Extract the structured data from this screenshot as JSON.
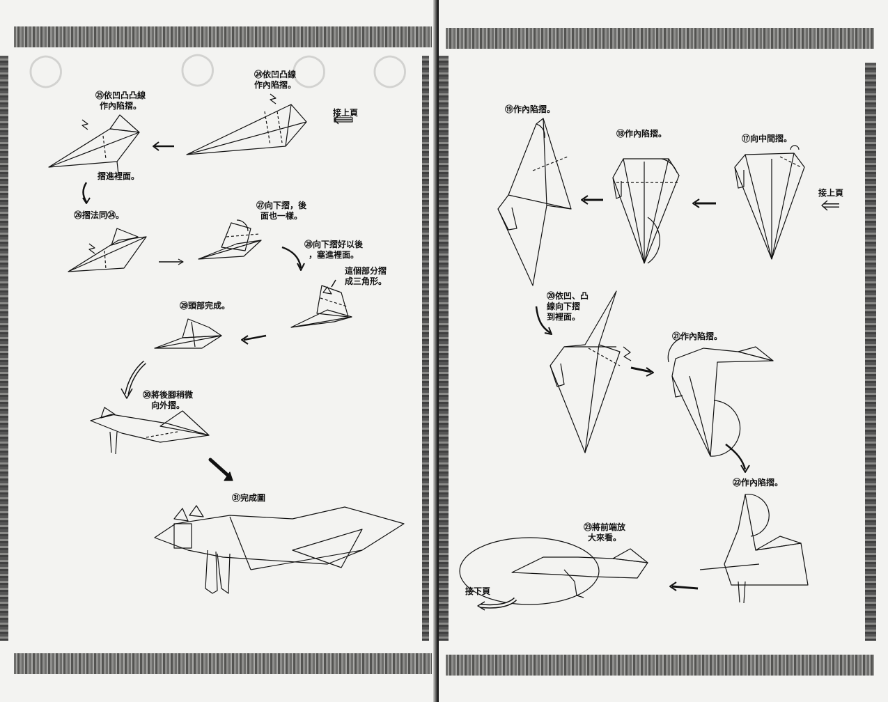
{
  "left_page": {
    "steps": {
      "s24": "㉔依凹凸線\n作內陷摺。",
      "s25": "㉕依凹凸凸線\n作內陷摺。",
      "s25_note": "摺進裡面。",
      "s26": "㉖摺法同㉔。",
      "s27": "㉗向下摺，後\n面也一樣。",
      "s28": "㉘向下摺好以後\n，塞進裡面。",
      "s28_note": "這個部分摺\n成三角形。",
      "s29": "㉙頭部完成。",
      "s30": "㉚將後腳稍微\n向外摺。",
      "s31": "㉛完成圖"
    },
    "continue_from": "接上頁"
  },
  "right_page": {
    "steps": {
      "s17": "⑰向中間摺。",
      "s18": "⑱作內陷摺。",
      "s19": "⑲作內陷摺。",
      "s20": "⑳依凹、凸\n線向下摺\n到裡面。",
      "s21": "㉑作內陷摺。",
      "s22": "㉒作內陷摺。",
      "s23": "㉓將前端放\n大來看。"
    },
    "continue_from": "接上頁",
    "continue_to": "接下頁"
  },
  "colors": {
    "paper": "#f3f3f1",
    "ink": "#111111",
    "bleed": "#d2d2d0",
    "band": "#7b7b79"
  }
}
